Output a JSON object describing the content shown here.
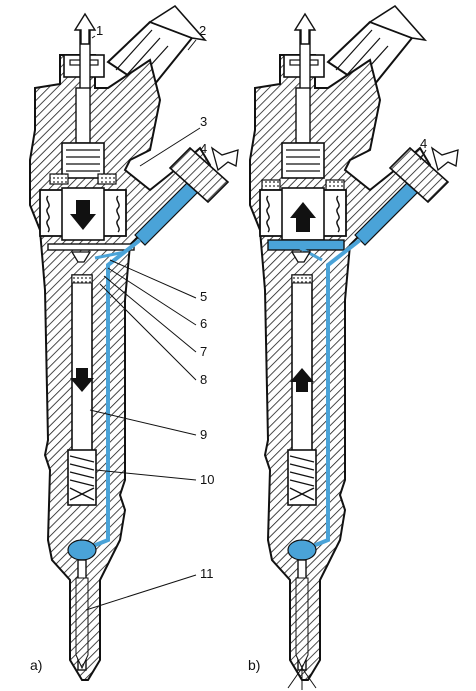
{
  "panels": [
    {
      "id": "a",
      "label": "a)"
    },
    {
      "id": "b",
      "label": "b)"
    }
  ],
  "callouts_a": [
    "1",
    "2",
    "3",
    "4",
    "5",
    "6",
    "7",
    "8",
    "9",
    "10",
    "11"
  ],
  "callouts_b": [
    "4"
  ],
  "colors": {
    "hatch": "#1a1a1a",
    "body_outline": "#111111",
    "fuel_channel": "#4aa3d8",
    "fuel_fill": "#8fcbef",
    "background": "#ffffff"
  },
  "icons": {
    "flow_arrow_a_upper": "arrow-down-icon",
    "flow_arrow_a_lower": "arrow-down-icon",
    "flow_arrow_b_upper": "arrow-up-icon",
    "flow_arrow_b_lower": "arrow-up-icon",
    "return_arrow": "arrow-up-outline-icon",
    "inlet_arrow": "arrow-left-outline-icon"
  }
}
